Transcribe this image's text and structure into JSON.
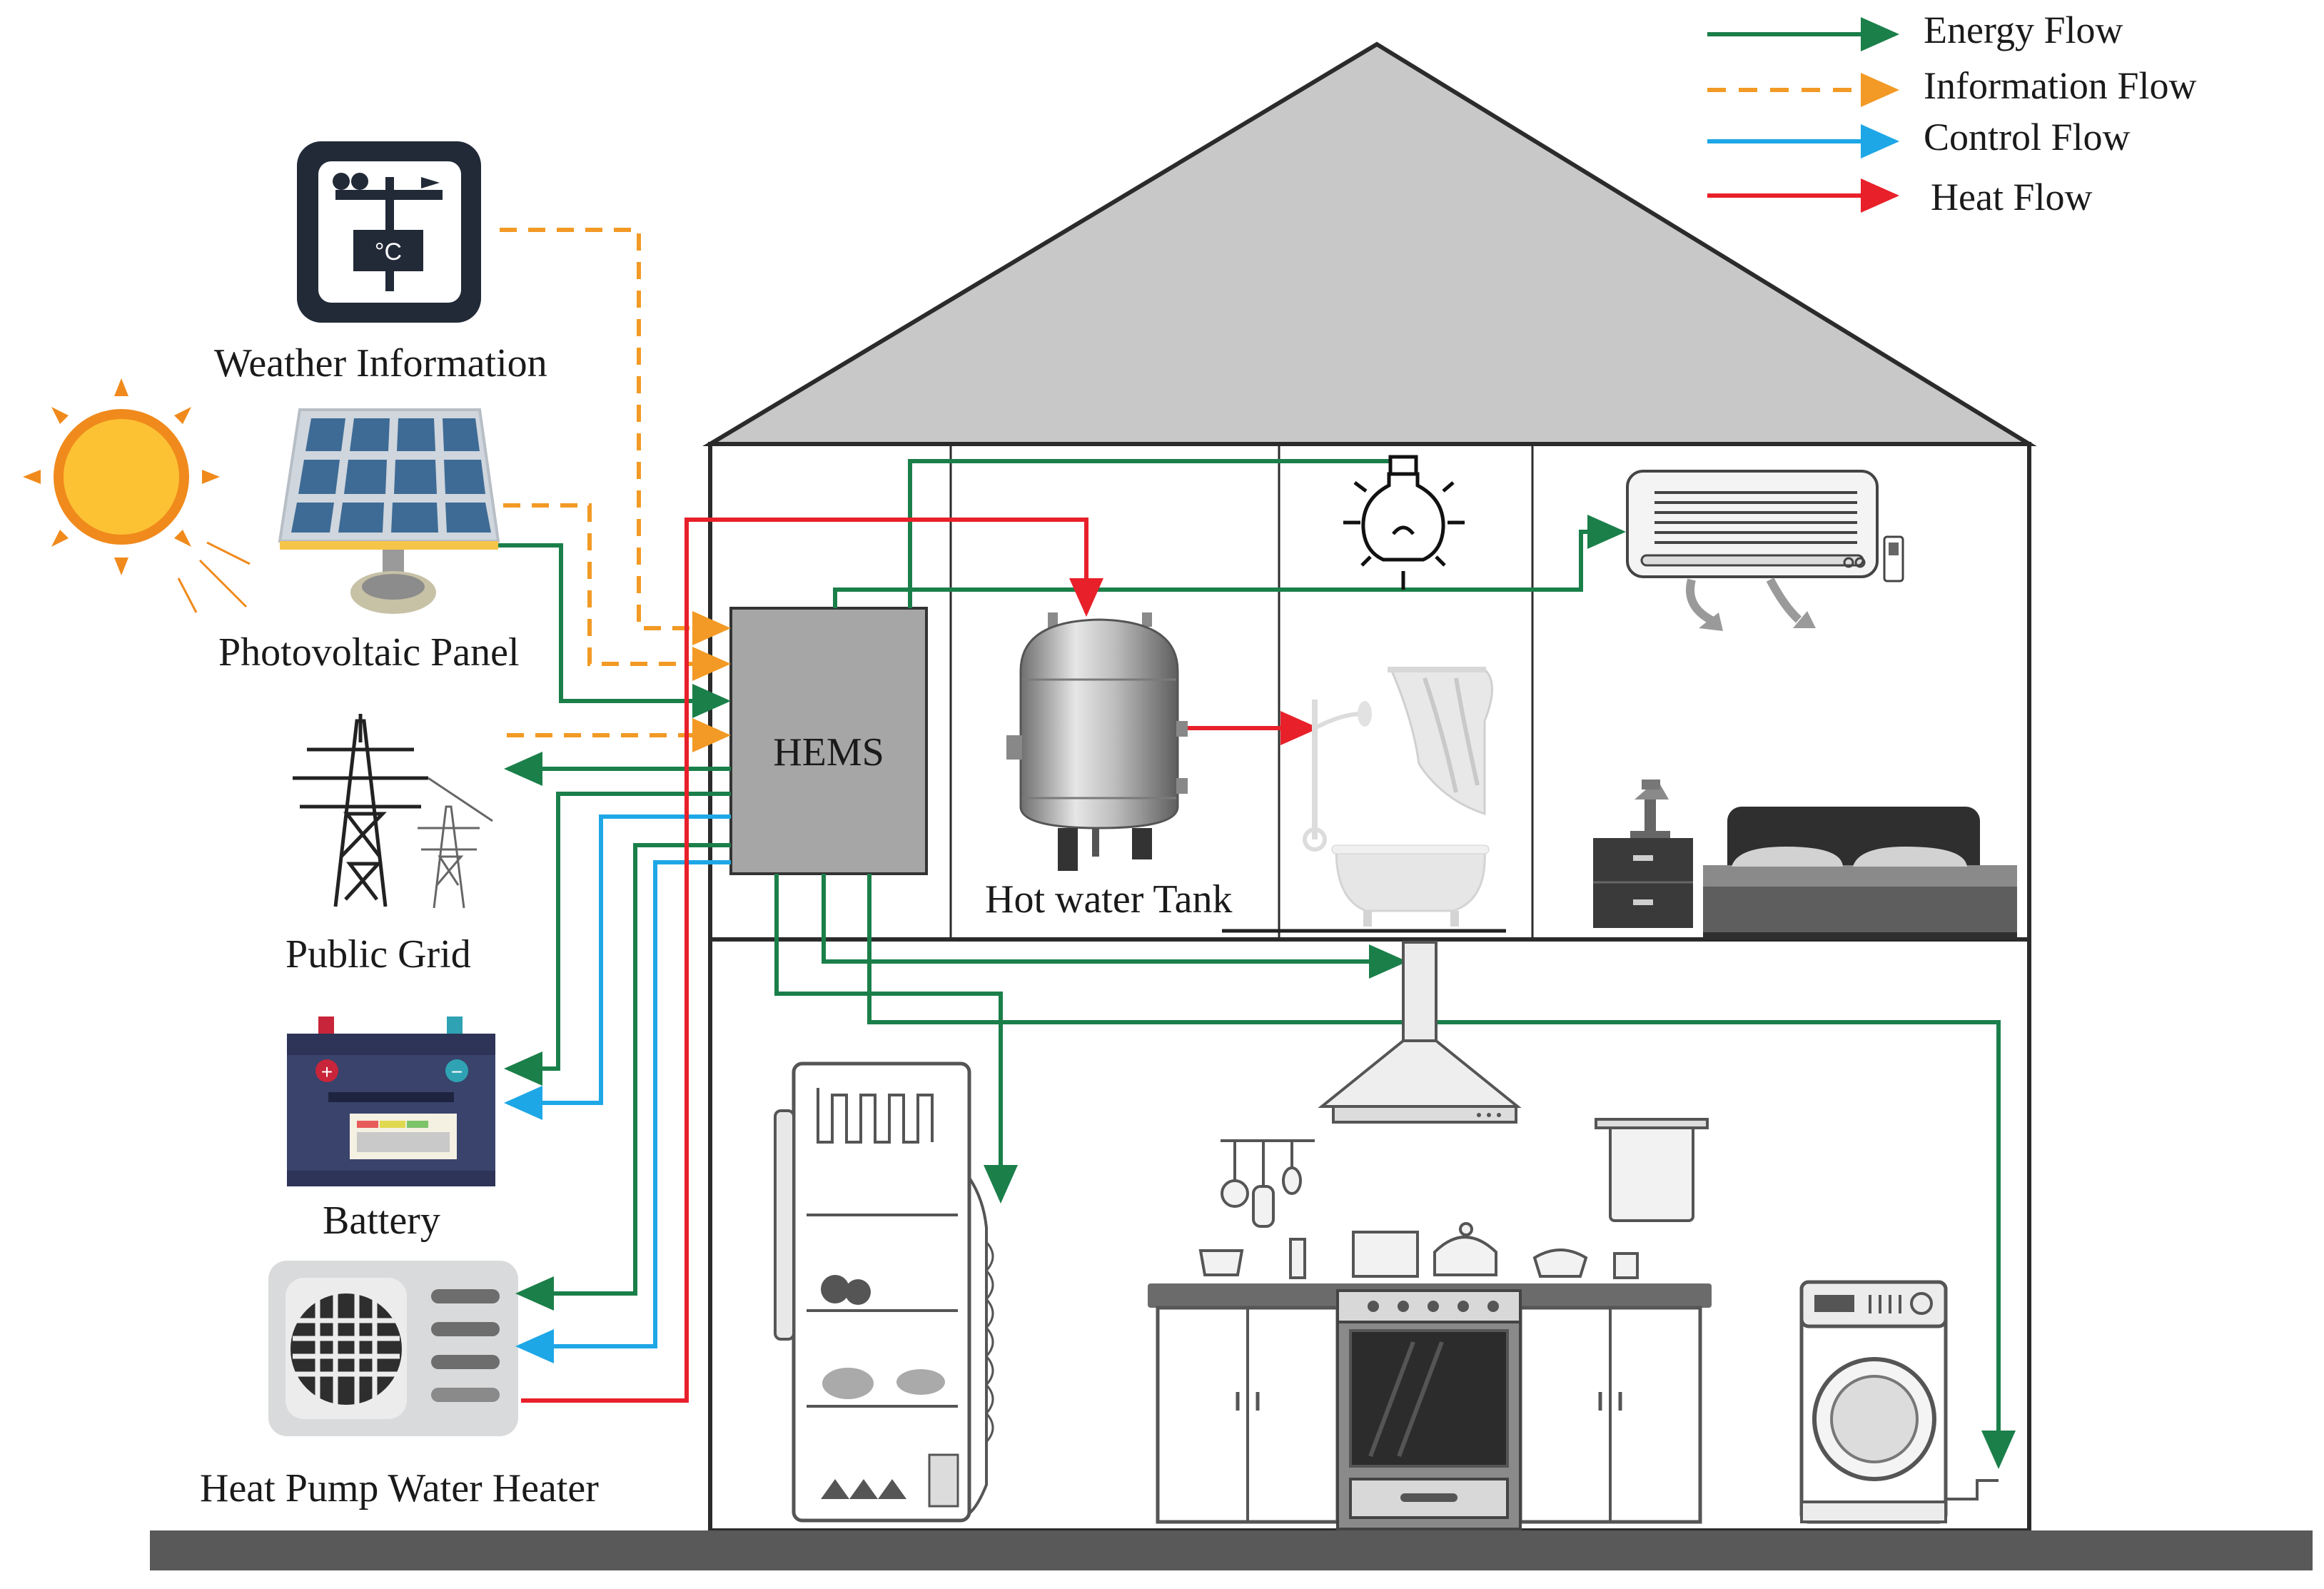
{
  "legend": {
    "energy_flow": "Energy Flow",
    "information_flow": "Information Flow",
    "control_flow": "Control Flow",
    "heat_flow": "Heat Flow"
  },
  "labels": {
    "weather": "Weather Information",
    "weather_unit": "°C",
    "pv": "Photovoltaic Panel",
    "grid": "Public Grid",
    "battery": "Battery",
    "heat_pump": "Heat Pump Water Heater",
    "hems": "HEMS",
    "tank": "Hot water Tank"
  },
  "colors": {
    "energy": "#1b7f4a",
    "information": "#f29a25",
    "control": "#1ea7e6",
    "heat": "#e8202a",
    "roof": "#c8c8c8",
    "hems_box": "#a6a6a6",
    "ground": "#595959"
  },
  "icons": [
    "sun-icon",
    "weather-station-icon",
    "solar-panel-icon",
    "power-tower-icon",
    "battery-icon",
    "heat-pump-icon",
    "light-bulb-icon",
    "air-conditioner-icon",
    "water-tank-icon",
    "bathtub-icon",
    "shower-curtain-icon",
    "bed-icon",
    "nightstand-icon",
    "range-hood-icon",
    "refrigerator-icon",
    "kitchen-cabinet-icon",
    "oven-icon",
    "washing-machine-icon"
  ]
}
